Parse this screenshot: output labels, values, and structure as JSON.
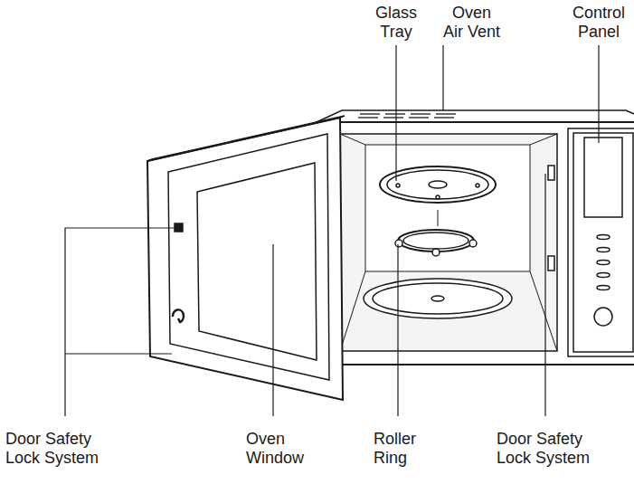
{
  "diagram": {
    "labels": [
      "Glass Tray",
      "Oven Air Vent",
      "Control Panel",
      "Door Safety Lock System",
      "Oven Window",
      "Roller Ring",
      "Door Safety Lock System"
    ]
  }
}
